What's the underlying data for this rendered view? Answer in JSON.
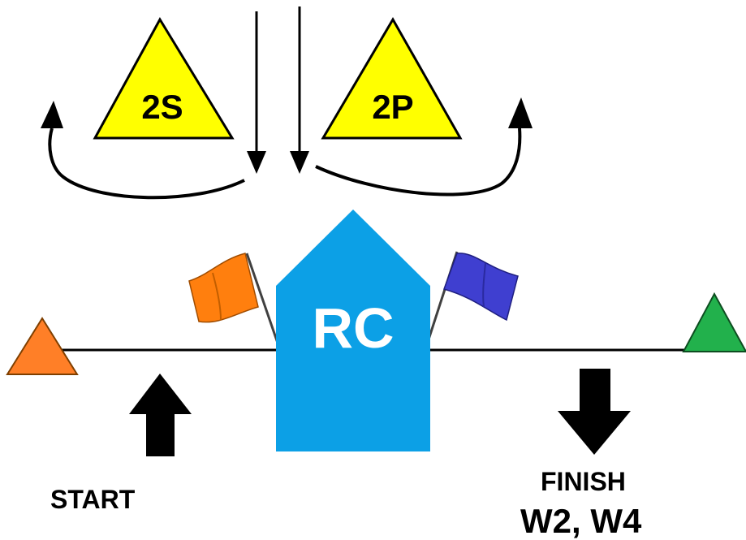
{
  "marks": {
    "starboard_mark": {
      "label": "2S",
      "color": "#ffff00"
    },
    "port_mark": {
      "label": "2P",
      "color": "#ffff00"
    }
  },
  "committee_boat": {
    "label": "RC",
    "color": "#0ca0e6"
  },
  "flags": {
    "left_flag_color": "#ff7f0e",
    "right_flag_color": "#3f3fd0"
  },
  "start_pin": {
    "color": "#ff7f27"
  },
  "finish_pin": {
    "color": "#22b14c"
  },
  "labels": {
    "start": "START",
    "finish": "FINISH",
    "finish_sub": "W2, W4"
  }
}
